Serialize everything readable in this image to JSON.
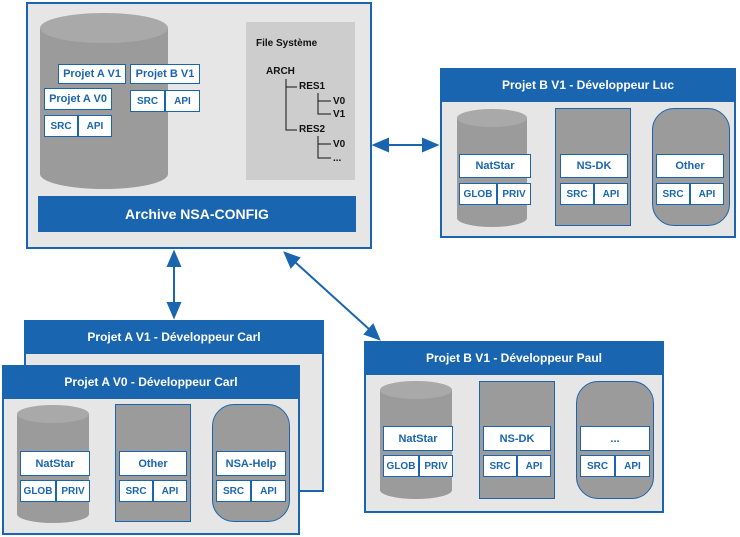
{
  "archive": {
    "label": "Archive NSA-CONFIG",
    "repo_items": {
      "projet_a_v1": "Projet A V1",
      "projet_b_v1": "Projet B V1",
      "projet_a_v0": "Projet A V0",
      "src": "SRC",
      "api": "API"
    },
    "filesystem": {
      "title": "File Système",
      "root": "ARCH",
      "res1": "RES1",
      "res1_children": [
        "V0",
        "V1"
      ],
      "res2": "RES2",
      "res2_children": [
        "V0",
        "..."
      ]
    }
  },
  "workspaces": {
    "luc": {
      "title": "Projet B V1 - Développeur Luc",
      "components": [
        {
          "name": "NatStar",
          "left": "GLOB",
          "right": "PRIV"
        },
        {
          "name": "NS-DK",
          "left": "SRC",
          "right": "API"
        },
        {
          "name": "Other",
          "left": "SRC",
          "right": "API"
        }
      ]
    },
    "carl_v1": {
      "title": "Projet A V1 - Développeur Carl"
    },
    "carl_v0": {
      "title": "Projet A V0 - Développeur Carl",
      "components": [
        {
          "name": "NatStar",
          "left": "GLOB",
          "right": "PRIV"
        },
        {
          "name": "Other",
          "left": "SRC",
          "right": "API"
        },
        {
          "name": "NSA-Help",
          "left": "SRC",
          "right": "API"
        }
      ]
    },
    "paul": {
      "title": "Projet B V1 - Développeur Paul",
      "components": [
        {
          "name": "NatStar",
          "left": "GLOB",
          "right": "PRIV"
        },
        {
          "name": "NS-DK",
          "left": "SRC",
          "right": "API"
        },
        {
          "name": "...",
          "left": "SRC",
          "right": "API"
        }
      ]
    }
  },
  "colors": {
    "accent": "#1a65b0",
    "panel": "#e6e6e6",
    "component": "#9b9b9b"
  }
}
